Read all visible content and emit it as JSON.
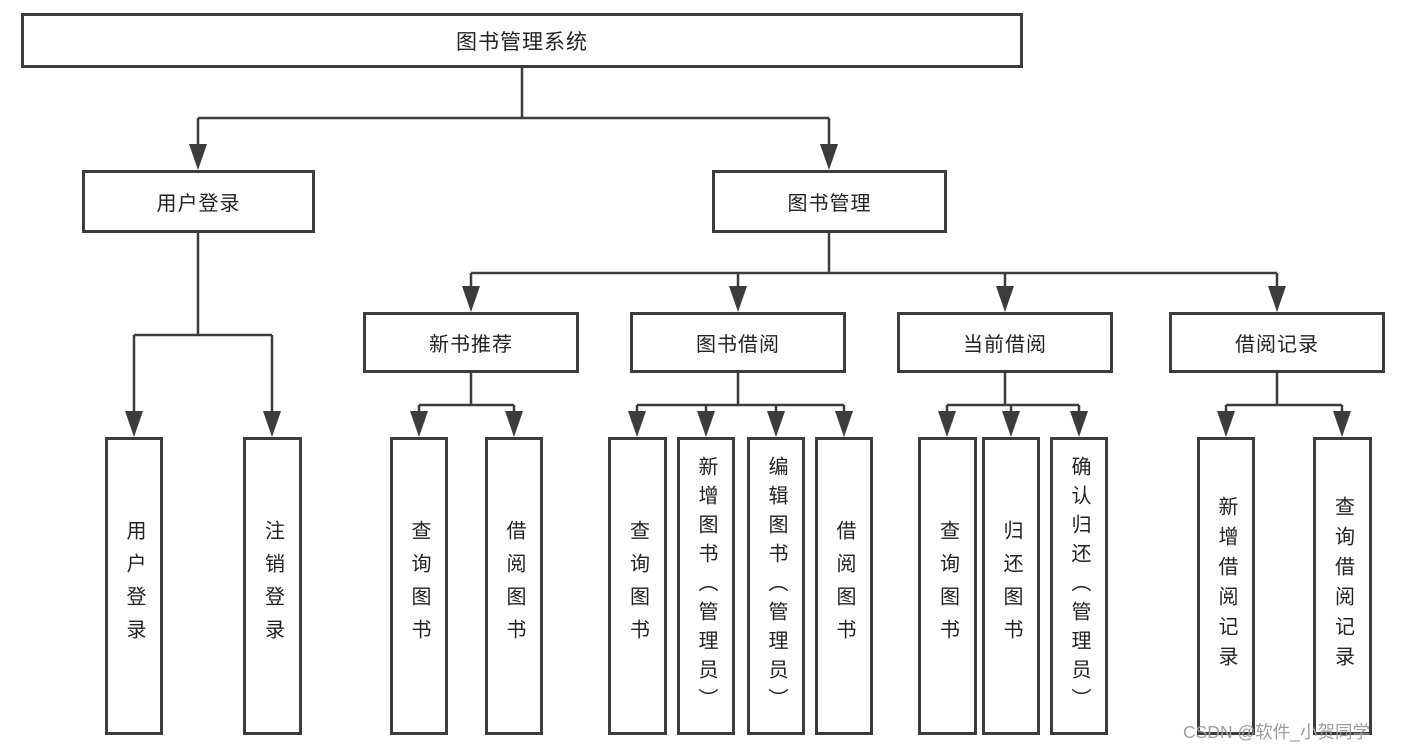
{
  "diagram": {
    "root": {
      "label": "图书管理系统"
    },
    "level2": [
      {
        "label": "用户登录"
      },
      {
        "label": "图书管理"
      }
    ],
    "level3": [
      {
        "label": "新书推荐"
      },
      {
        "label": "图书借阅"
      },
      {
        "label": "当前借阅"
      },
      {
        "label": "借阅记录"
      }
    ],
    "leaves": [
      {
        "label": "用户登录"
      },
      {
        "label": "注销登录"
      },
      {
        "label": "查询图书"
      },
      {
        "label": "借阅图书"
      },
      {
        "label": "查询图书"
      },
      {
        "label": "新增图书（管理员）"
      },
      {
        "label": "编辑图书（管理员）"
      },
      {
        "label": "借阅图书"
      },
      {
        "label": "查询图书"
      },
      {
        "label": "归还图书"
      },
      {
        "label": "确认归还（管理员）"
      },
      {
        "label": "新增借阅记录"
      },
      {
        "label": "查询借阅记录"
      }
    ]
  },
  "watermark": "CSDN @软件_小贺同学",
  "colors": {
    "line": "#3c3c3c",
    "text": "#222222",
    "watermark": "#9d9d9d",
    "background": "#ffffff"
  }
}
